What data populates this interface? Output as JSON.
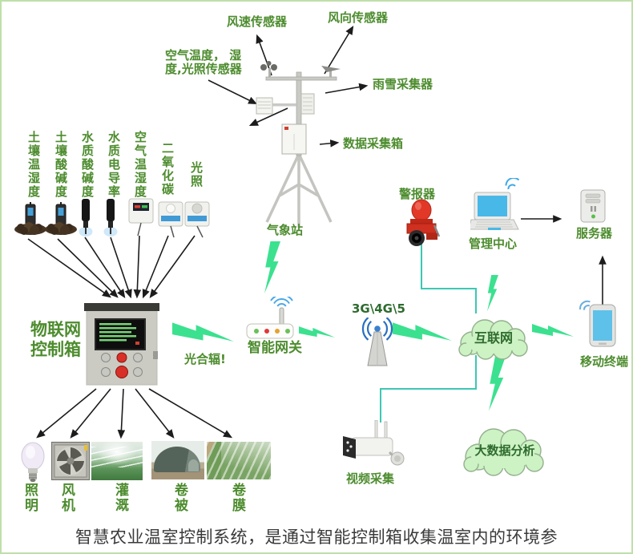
{
  "colors": {
    "label_green": "#4d8c2e",
    "cloud_text": "#2e6b2e",
    "cloud_fill": "#cdf2c4",
    "bolt_green": "#3be18f",
    "line_teal": "#3cc8b4",
    "caption_dark": "#3a3a3a"
  },
  "weather": {
    "wind_speed_label": "风速传感器",
    "wind_direction_label": "风向传感器",
    "air_light_label_line1": "空气温度， 湿",
    "air_light_label_line2": "度,光照传感器",
    "rain_snow_label": "雨雪采集器",
    "data_box_label": "数据采集箱",
    "station_label": "气象站"
  },
  "sensors": {
    "items": [
      {
        "label": "土壤温湿度"
      },
      {
        "label": "土壤酸碱度"
      },
      {
        "label": "水质酸碱度"
      },
      {
        "label": "水质电导率"
      },
      {
        "label": "空气温湿度"
      },
      {
        "label": "二氧化碳"
      },
      {
        "label": "光照"
      }
    ]
  },
  "control_box": {
    "label_line1": "物联网",
    "label_line2": "控制箱"
  },
  "network": {
    "par_label": "光合辐!",
    "gateway_label": "智能网关",
    "cellular_label": "3G\\4G\\5",
    "internet_label": "互联网"
  },
  "right_side": {
    "alarm_label": "警报器",
    "management_label": "管理中心",
    "server_label": "服务器",
    "mobile_label": "移动终端"
  },
  "lower": {
    "video_label": "视频采集",
    "big_data_label": "大数据分析"
  },
  "actuators": {
    "items": [
      {
        "label": "照明"
      },
      {
        "label": "风机"
      },
      {
        "label": "灌溉"
      },
      {
        "label": "卷被"
      },
      {
        "label": "卷膜"
      }
    ]
  },
  "footer": {
    "caption": "智慧农业温室控制系统，是通过智能控制箱收集温室内的环境参"
  }
}
